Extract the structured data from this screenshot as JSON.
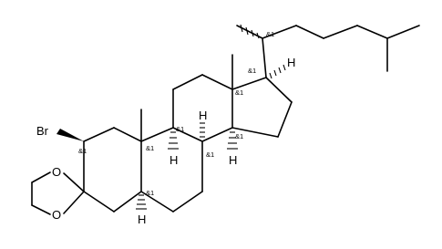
{
  "molecule": {
    "atoms": {
      "br": "Br",
      "o_top": "O",
      "o_bottom": "O",
      "h_c5": "H",
      "h_c8": "H",
      "h_c9": "H",
      "h_c14": "H",
      "h_c17": "H"
    },
    "stereo_label": "&1"
  }
}
